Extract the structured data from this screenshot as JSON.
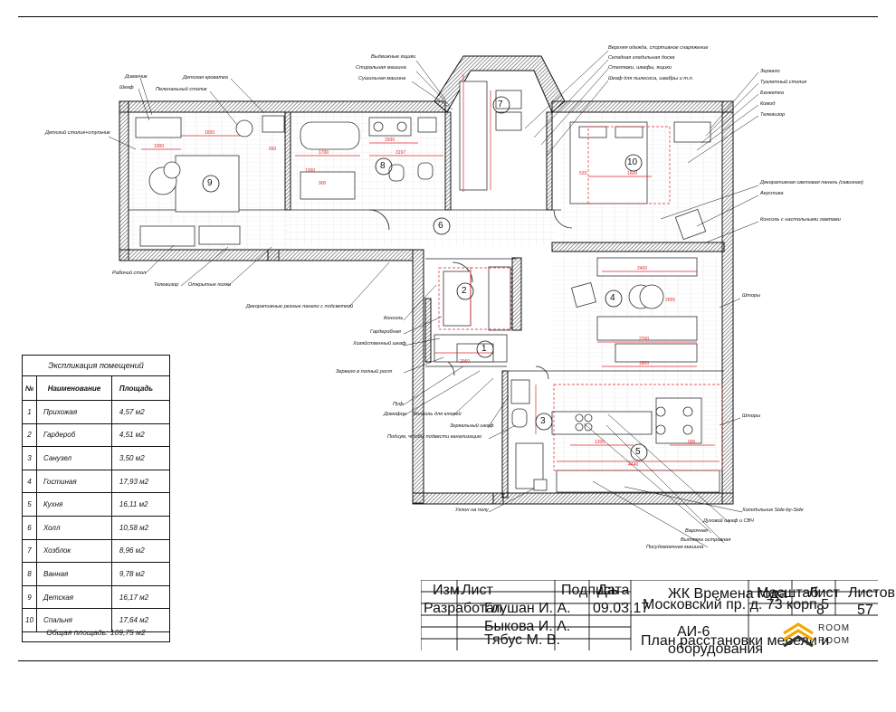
{
  "rooms": [
    {
      "num": "1",
      "name": "Прихожая",
      "area": "4,57 м2"
    },
    {
      "num": "2",
      "name": "Гардероб",
      "area": "4,51 м2"
    },
    {
      "num": "3",
      "name": "Санузел",
      "area": "3,50 м2"
    },
    {
      "num": "4",
      "name": "Гостиная",
      "area": "17,93 м2"
    },
    {
      "num": "5",
      "name": "Кухня",
      "area": "16,11 м2"
    },
    {
      "num": "6",
      "name": "Холл",
      "area": "10,58 м2"
    },
    {
      "num": "7",
      "name": "Хозблок",
      "area": "8,96 м2"
    },
    {
      "num": "8",
      "name": "Ванная",
      "area": "9,78 м2"
    },
    {
      "num": "9",
      "name": "Детская",
      "area": "16,17 м2"
    },
    {
      "num": "10",
      "name": "Спальня",
      "area": "17,64 м2"
    }
  ],
  "explication": {
    "title": "Экспликация помещений",
    "col_num": "№",
    "col_name": "Наименование",
    "col_area": "Площадь",
    "total": "Общая площадь: 109,75 м2"
  },
  "callouts": {
    "c1": "Выдвижные ящики",
    "c2": "Стиральная машина",
    "c3": "Сушильная машина",
    "c4": "Диванчик",
    "c5": "Шкаф",
    "c6": "Пеленальный столик",
    "c7": "Детская кроватка",
    "c8": "Детский столик+стульчик",
    "c9": "Верхняя одежда, спортивное снаряжение",
    "c10": "Складная гладильная доска",
    "c11": "Стеллажи, шкафы, ящики",
    "c12": "Шкаф для пылесоса, швабры и т.п.",
    "c13": "Зеркало",
    "c14": "Туалетный столик",
    "c15": "Банкетка",
    "c16": "Комод",
    "c17": "Телевизор",
    "c18": "Декоративная световая панель (сквозная)",
    "c19": "Акустика",
    "c20": "Консоль с настольными лампами",
    "c21": "Шторы",
    "c22": "Шторы",
    "c23": "Рабочий стол",
    "c24": "Телевизор",
    "c25": "Открытые полки",
    "c26": "Декоративные резные панели с подсветкой",
    "c27": "Консоль",
    "c28": "Гардеробная",
    "c29": "Хозяйственный шкаф",
    "c30": "Зеркало в полный рост",
    "c31": "Пуф",
    "c32": "Домофон",
    "c33": "Консоль для ключей",
    "c34": "Зеркальный шкаф",
    "c35": "Подиум, чтобы подвести канализацию",
    "c36": "Уклон на полу",
    "c37": "Холодильник Side-by-Side",
    "c38": "Духовой шкаф и СВЧ",
    "c39": "Варочная",
    "c40": "Вытяжка островная",
    "c41": "Посудомоечная машина"
  },
  "dims": {
    "d1": "1650",
    "d2": "1000",
    "d3": "650",
    "d4": "1700",
    "d5": "1500",
    "d6": "3197",
    "d7": "1000",
    "d8": "900",
    "d9": "2400",
    "d10": "1600",
    "d11": "2200",
    "d12": "1800",
    "d13": "2060",
    "d14": "1200",
    "d15": "900",
    "d16": "4440",
    "d17": "533",
    "d18": "2655"
  },
  "titleblock": {
    "h_izm": "Изм.",
    "h_list": "Лист",
    "h_podpis": "Подпись",
    "h_data": "Дата",
    "razrabotal": "Разработал",
    "person1": "Глушан И. А.",
    "person2": "Быкова И. А.",
    "person3": "Тябус М. В.",
    "date": "09.03.17",
    "project1": "ЖК Времена года",
    "project2": "Московский пр. д. 73 корп 5",
    "code": "АИ-6",
    "sheet_title1": "План расстановки мебели и",
    "sheet_title2": "оборудования",
    "h_scale": "Масштаб",
    "h_sheet": "Лист",
    "h_sheets": "Листов",
    "sheet": "8",
    "sheets": "57"
  },
  "logo": {
    "line1": "ROOM",
    "line2": "ROOM"
  },
  "colors": {
    "dim": "#e0252b",
    "wall": "#1a1a1a",
    "hatch": "#9a9a9a"
  }
}
